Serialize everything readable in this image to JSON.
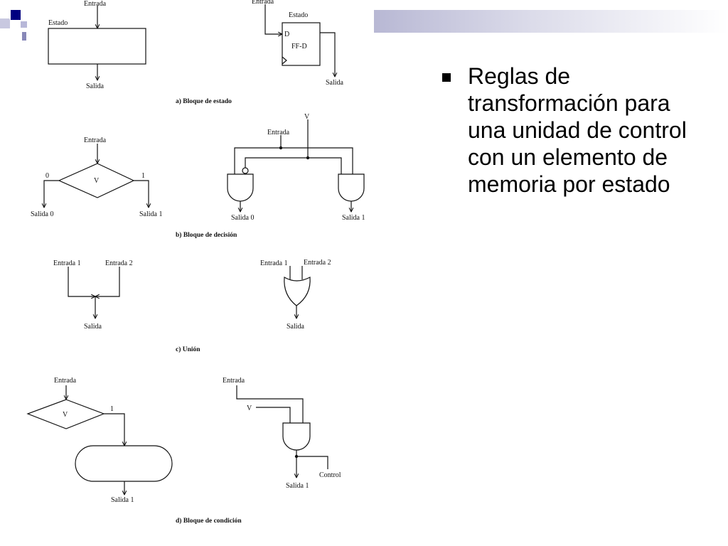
{
  "slide": {
    "bullet_text": "Reglas de transformación para una unidad de control con un elemento de memoria por estado",
    "accent_color": "#000080",
    "title_bar_color": "#b8b8d4"
  },
  "diagram": {
    "a": {
      "entrada_left": "Entrada",
      "estado_left": "Estado",
      "salida_left": "Salida",
      "entrada_right": "Entrada",
      "estado_right": "Estado",
      "d_label": "D",
      "ffd_label": "FF-D",
      "salida_right": "Salida",
      "caption": "a) Bloque de estado"
    },
    "b": {
      "entrada_left": "Entrada",
      "zero": "0",
      "one": "1",
      "v": "V",
      "salida0_left": "Salida 0",
      "salida1_left": "Salida 1",
      "v_right": "V",
      "entrada_right": "Entrada",
      "salida0_right": "Salida 0",
      "salida1_right": "Salida 1",
      "caption": "b) Bloque de decisión"
    },
    "c": {
      "entrada1_left": "Entrada 1",
      "entrada2_left": "Entrada 2",
      "salida_left": "Salida",
      "entrada1_right": "Entrada 1",
      "entrada2_right": "Entrada 2",
      "salida_right": "Salida",
      "caption": "c) Unión"
    },
    "d": {
      "entrada_left": "Entrada",
      "v_left": "V",
      "one": "1",
      "salida1_left": "Salida 1",
      "entrada_right": "Entrada",
      "v_right": "V",
      "control": "Control",
      "salida1_right": "Salida 1",
      "caption": "d) Bloque de condición"
    }
  }
}
